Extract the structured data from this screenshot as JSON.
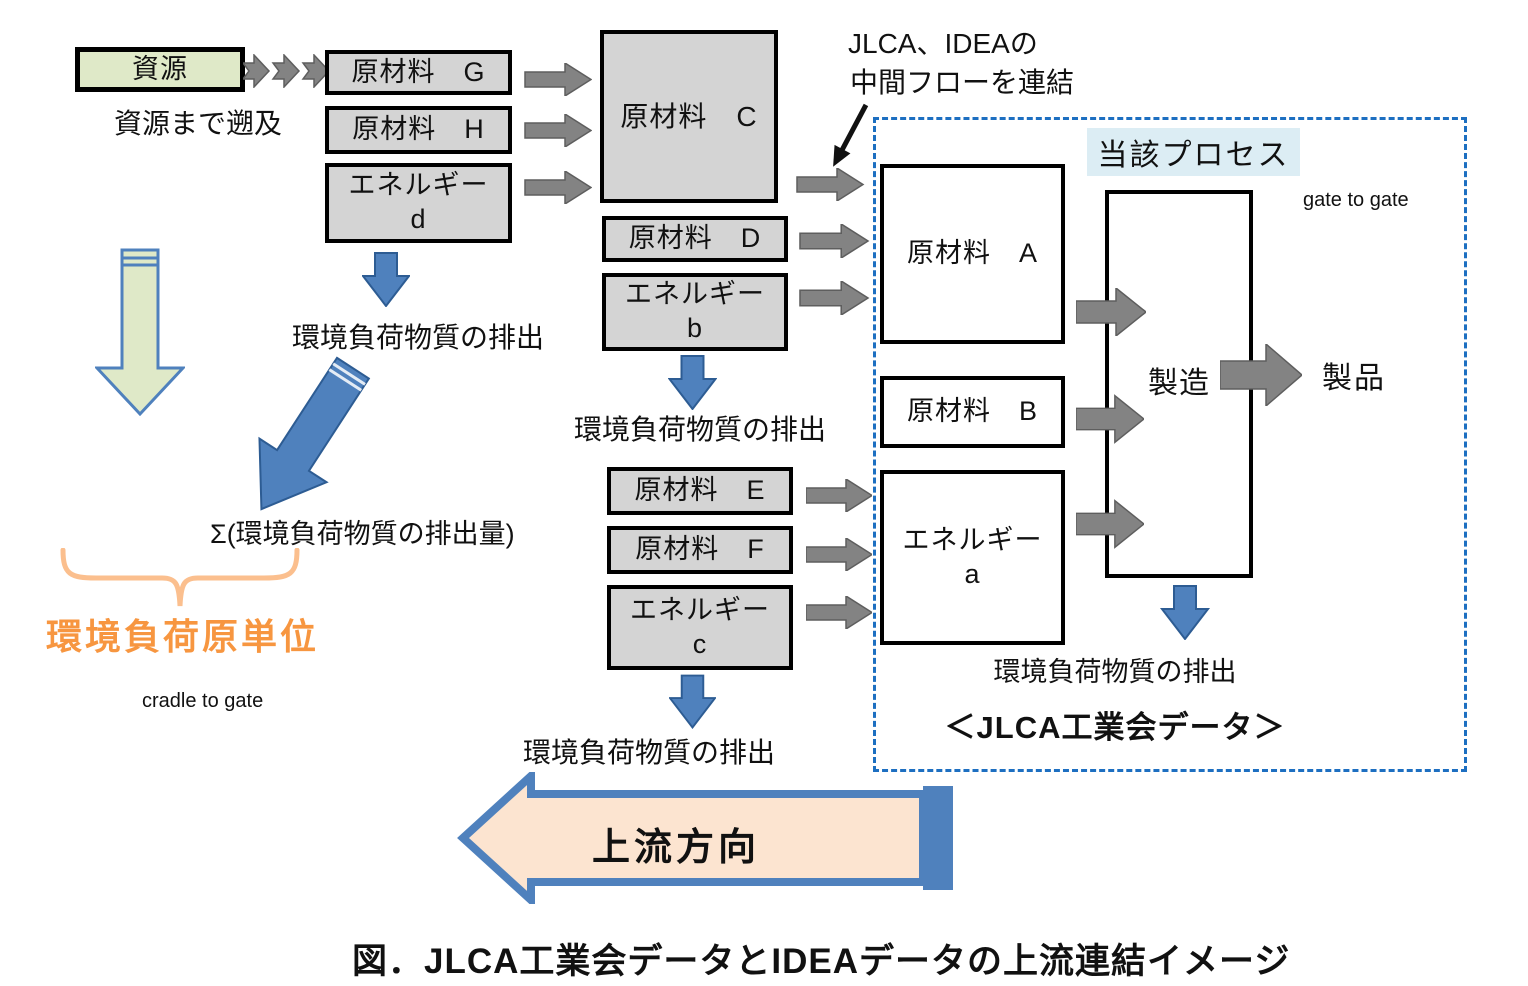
{
  "title_caption": "図．JLCA工業会データとIDEAデータの上流連結イメージ",
  "colors": {
    "green_fill": "#dfe9c8",
    "gray_fill": "#d4d4d4",
    "arrow_gray": "#838383",
    "arrow_blue": "#4f81bd",
    "peach_fill": "#fce4d0",
    "orange_text": "#f79640",
    "brace_orange": "#fbbf8e",
    "dashed_border_blue": "#1d6fc1",
    "process_tag_bg": "#dcedf4"
  },
  "left": {
    "resource": "資源",
    "trace_back": "資源まで遡及",
    "sigma": "Σ(環境負荷物質の排出量)",
    "intensity": "環境負荷原単位",
    "cradle_to_gate": "cradle to gate"
  },
  "chain1": {
    "raw_g": "原材料　G",
    "raw_h": "原材料　H",
    "energy_d1": "エネルギー",
    "energy_d2": "d",
    "emission": "環境負荷物質の排出"
  },
  "chain2": {
    "raw_c": "原材料　C",
    "raw_d": "原材料　D",
    "energy_b1": "エネルギー",
    "energy_b2": "b",
    "emission": "環境負荷物質の排出",
    "raw_e": "原材料　E",
    "raw_f": "原材料　F",
    "energy_c1": "エネルギー",
    "energy_c2": "c",
    "emission2": "環境負荷物質の排出"
  },
  "annotation": {
    "line1": "JLCA、IDEAの",
    "line2": "中間フローを連結"
  },
  "jlca": {
    "process": "当該プロセス",
    "gate_to_gate": "gate to gate",
    "raw_a": "原材料　A",
    "raw_b": "原材料　B",
    "energy_a1": "エネルギー",
    "energy_a2": "a",
    "manufacturing": "製造",
    "product": "製品",
    "emission": "環境負荷物質の排出",
    "data_label": "＜JLCA工業会データ＞"
  },
  "upstream": {
    "label": "上流方向"
  }
}
